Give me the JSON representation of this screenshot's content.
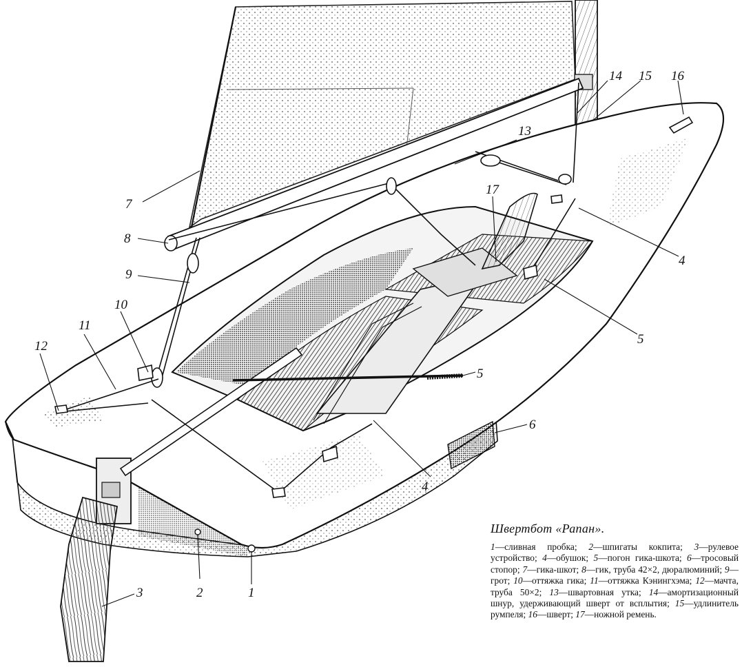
{
  "caption": {
    "title": "Швертбот «Рапан».",
    "legend": [
      {
        "num": "1",
        "text": "сливная пробка"
      },
      {
        "num": "2",
        "text": "шпигаты кокпита"
      },
      {
        "num": "3",
        "text": "рулевое устройство"
      },
      {
        "num": "4",
        "text": "обушок"
      },
      {
        "num": "5",
        "text": "погон гика-шкота"
      },
      {
        "num": "6",
        "text": "тросовый стопор"
      },
      {
        "num": "7",
        "text": "гика-шкот"
      },
      {
        "num": "8",
        "text": "гик, труба 42×2, дюралюминий"
      },
      {
        "num": "9",
        "text": "грот"
      },
      {
        "num": "10",
        "text": "оттяжка гика"
      },
      {
        "num": "11",
        "text": "оттяжка Кэнингхэма"
      },
      {
        "num": "12",
        "text": "мачта, труба 50×2"
      },
      {
        "num": "13",
        "text": "швартовная утка"
      },
      {
        "num": "14",
        "text": "амортизационный шнур, удерживающий шверт от всплытия"
      },
      {
        "num": "15",
        "text": "удлинитель румпеля"
      },
      {
        "num": "16",
        "text": "шверт"
      },
      {
        "num": "17",
        "text": "ножной ремень"
      }
    ]
  },
  "callouts": [
    "1",
    "2",
    "3",
    "4",
    "4",
    "5",
    "5",
    "6",
    "7",
    "8",
    "9",
    "10",
    "11",
    "12",
    "13",
    "14",
    "15",
    "16",
    "17"
  ]
}
